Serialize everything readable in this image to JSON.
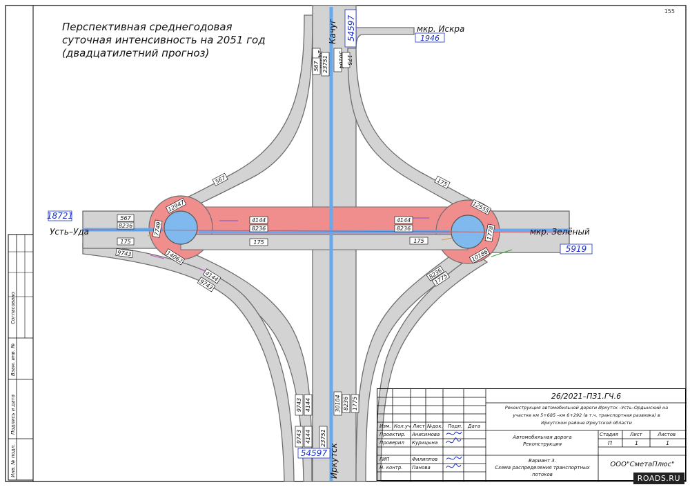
{
  "title": {
    "line1": "Перспективная среднегодовая",
    "line2": "суточная интенсивность на 2051 год",
    "line3": "(двадцатилетний прогноз)"
  },
  "page_number": "155",
  "brand": "ROADS.RU",
  "places": {
    "north": "Качуг",
    "south": "Иркутск",
    "west": "Усть–Уда",
    "east": "мкр. Зелёный",
    "northeast": "мкр. Искра"
  },
  "totals": {
    "north": "54597",
    "south": "54597",
    "west": "18721",
    "east": "5919",
    "northeast": "1946"
  },
  "labels": {
    "n_road_1": "24318",
    "n_road_2": "567",
    "n_road_3": "23751",
    "n_road_4": "30104",
    "n_road_5": "175",
    "s_road_1": "9743",
    "s_road_2": "4144",
    "s_road_3": "23751",
    "s_road_4": "30104",
    "s_road_5": "8236",
    "s_road_6": "1775",
    "s_road_l1": "9743",
    "s_road_l2": "4144",
    "nw_ramp": "567",
    "ne_ramp": "175",
    "w_top": "567",
    "w_mid": "8236",
    "w_bot": "175",
    "w_low": "9743",
    "w_ring_top": "12947",
    "w_ring_left": "7749",
    "w_ring_bot": "14062",
    "center_top_1": "4144",
    "center_mid_1": "8236",
    "center_bot_1": "175",
    "center_top_2": "4144",
    "center_mid_2": "8236",
    "center_bot_2": "175",
    "e_ring_top": "12555",
    "e_ring_right": "1778",
    "e_ring_bot": "10186",
    "sw_ramp_1": "4144",
    "sw_ramp_2": "9743",
    "se_ramp_1": "8236",
    "se_ramp_2": "1775"
  },
  "stamp": {
    "code": "26/2021–ПЗ1.ГЧ.6",
    "project_1": "Реконструкция автомобильной дороги Иркутск –Усть–Ордынский на",
    "project_2": "участке км 5+685 –км 6+292 (в т.ч. транспортная развязка) в",
    "project_3": "Иркутском районе Иркутской области",
    "object_1": "Автомобильная дорога",
    "object_2": "Реконструкция",
    "variant_1": "Вариант 3.",
    "variant_2": "Схема распределения транспортных",
    "variant_3": "потоков",
    "h_stage": "Стадия",
    "h_sheet": "Лист",
    "h_sheets": "Листов",
    "v_stage": "П",
    "v_sheet": "1",
    "v_sheets": "1",
    "company": "ООО\"СметаПлюс\"",
    "col_izm": "Изм.",
    "col_kol": "Кол.уч",
    "col_list": "Лист",
    "col_ndok": "№док.",
    "col_podp": "Подп.",
    "col_data": "Дата",
    "r1_role": "Проектир.",
    "r1_name": "Анисимова",
    "r2_role": "Проверил",
    "r2_name": "Курицына",
    "r3_role": "ГИП",
    "r3_name": "Филиппов",
    "r4_role": "Н. контр.",
    "r4_name": "Панова"
  },
  "side_tab": {
    "agreed": "Согласовано",
    "inv_replace": "Взам. инв. №",
    "sign_date": "Подпись и дата",
    "inv_orig": "Инв. № подл."
  },
  "colors": {
    "road": "#d3d3d3",
    "road_edge": "#6d6d6d",
    "ring_fill": "#f08d8d",
    "island": "#7fb9ee",
    "blue_line": "#6aa8ec",
    "total_text": "#1b2fc7"
  }
}
